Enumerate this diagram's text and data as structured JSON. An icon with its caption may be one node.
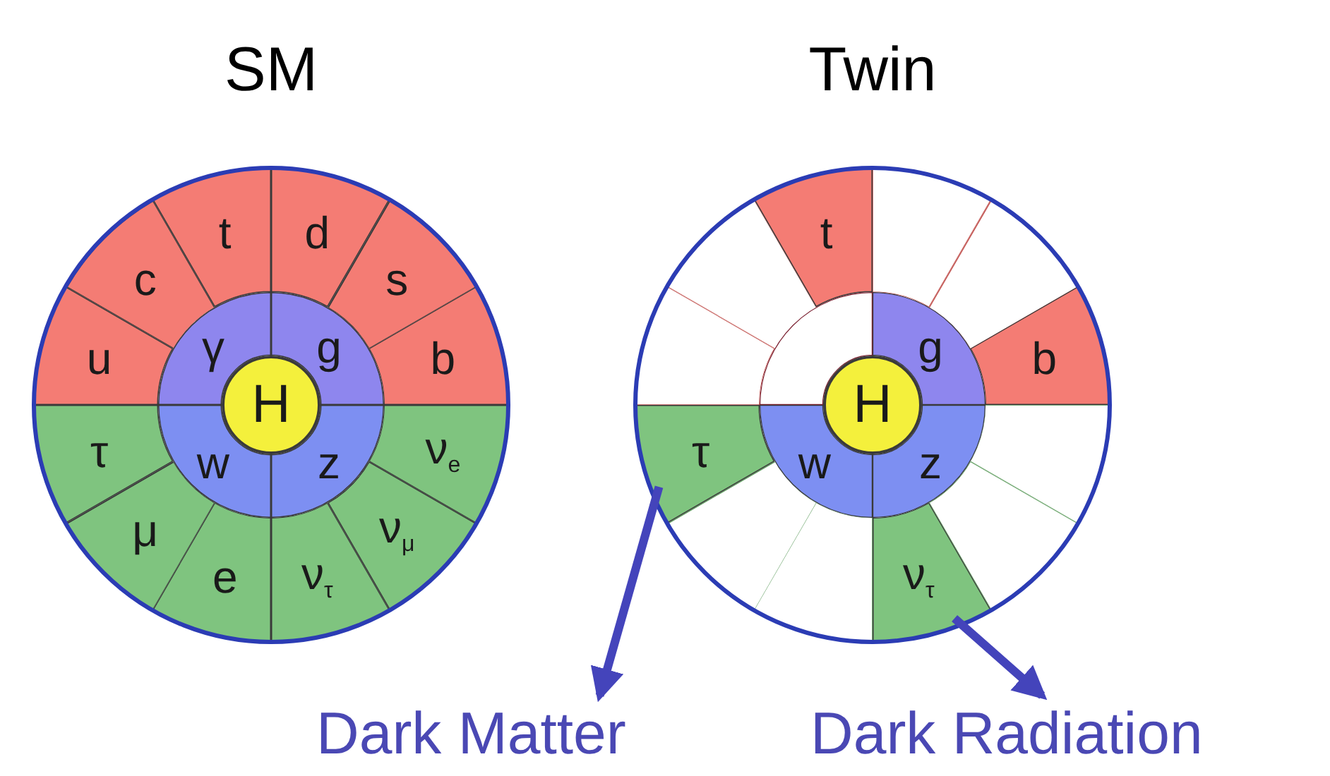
{
  "diagram": {
    "nodes": [
      {
        "text": [
          "SM"
        ]
      },
      {
        "text": [
          "u"
        ],
        "in": 0
      },
      {
        "text": [
          "c"
        ],
        "in": 0
      },
      {
        "text": [
          "t"
        ],
        "in": 0
      },
      {
        "text": [
          "d"
        ],
        "in": 0
      },
      {
        "text": [
          "s"
        ],
        "in": 0
      },
      {
        "text": [
          "b"
        ],
        "in": 0
      },
      {
        "text": [
          "ν$_{e}$"
        ],
        "in": 0
      },
      {
        "text": [
          "ν$_{μ}$"
        ],
        "in": 0
      },
      {
        "text": [
          "ν$_{τ}$"
        ],
        "in": 0
      },
      {
        "text": [
          "e"
        ],
        "in": 0
      },
      {
        "text": [
          "μ"
        ],
        "in": 0
      },
      {
        "text": [
          "τ"
        ],
        "in": 0
      },
      {
        "text": [
          "γ"
        ],
        "in": 0
      },
      {
        "text": [
          "g"
        ],
        "in": 0
      },
      {
        "text": [
          "z"
        ],
        "in": 0
      },
      {
        "text": [
          "w"
        ],
        "in": 0
      },
      {
        "text": [
          "H"
        ],
        "in": 0
      },
      {
        "text": [
          "Twin"
        ]
      },
      {
        "text": [],
        "shape": "wedge",
        "in": 18
      },
      {
        "text": [],
        "shape": "wedge",
        "in": 18
      },
      {
        "text": [
          "t"
        ],
        "in": 18
      },
      {
        "text": [],
        "shape": "wedge",
        "in": 18
      },
      {
        "text": [],
        "shape": "wedge",
        "in": 18
      },
      {
        "text": [
          "b"
        ],
        "in": 18
      },
      {
        "text": [],
        "shape": "wedge",
        "in": 18
      },
      {
        "text": [],
        "shape": "wedge",
        "in": 18
      },
      {
        "text": [
          "ν$_{τ}$"
        ],
        "in": 18
      },
      {
        "text": [],
        "shape": "wedge",
        "in": 18
      },
      {
        "text": [],
        "shape": "wedge",
        "in": 18
      },
      {
        "text": [
          "τ"
        ],
        "in": 18
      },
      {
        "text": [],
        "shape": "wedge",
        "in": 18
      },
      {
        "text": [
          "g"
        ],
        "in": 18
      },
      {
        "text": [
          "z"
        ],
        "in": 18
      },
      {
        "text": [
          "w"
        ],
        "in": 18
      },
      {
        "text": [
          "H"
        ],
        "in": 18
      },
      {
        "text": [
          "Dark Matter"
        ]
      },
      {
        "text": [
          "Dark Radiation"
        ]
      }
    ],
    "edges": [
      {
        "from": 30,
        "to": 36,
        "arrow": "to"
      },
      {
        "from": 27,
        "to": 37,
        "arrow": "to"
      }
    ]
  }
}
